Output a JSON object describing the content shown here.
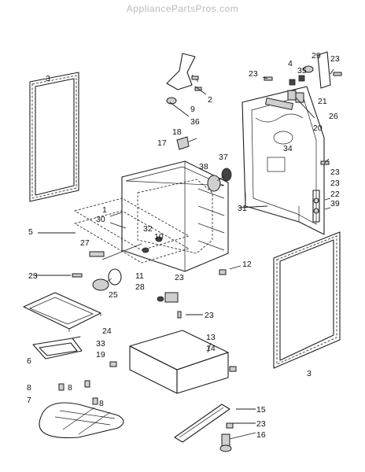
{
  "header": {
    "watermark": "AppliancePartsPros.com"
  },
  "callouts": {
    "c2": "2",
    "c3a": "3",
    "c3b": "3",
    "c4": "4",
    "c5": "5",
    "c6": "6",
    "c7": "7",
    "c8a": "8",
    "c8b": "8",
    "c8c": "8",
    "c9": "9",
    "c10": "10",
    "c11": "11",
    "c12": "12",
    "c13": "13",
    "c14": "14",
    "c15": "15",
    "c16": "16",
    "c17": "17",
    "c18": "18",
    "c19": "19",
    "c20": "20",
    "c21": "21",
    "c22": "22",
    "c23a": "23",
    "c23b": "23",
    "c23c": "23",
    "c23d": "23",
    "c23e": "23",
    "c23f": "23",
    "c23g": "23",
    "c23h": "23",
    "c24": "24",
    "c25": "25",
    "c26": "26",
    "c27": "27",
    "c28": "28",
    "c29": "29",
    "c30": "30",
    "c31": "31",
    "c32": "32",
    "c33": "33",
    "c34": "34",
    "c35": "35",
    "c36": "36",
    "c37": "37",
    "c38": "38",
    "c39": "39",
    "c1": "1"
  }
}
